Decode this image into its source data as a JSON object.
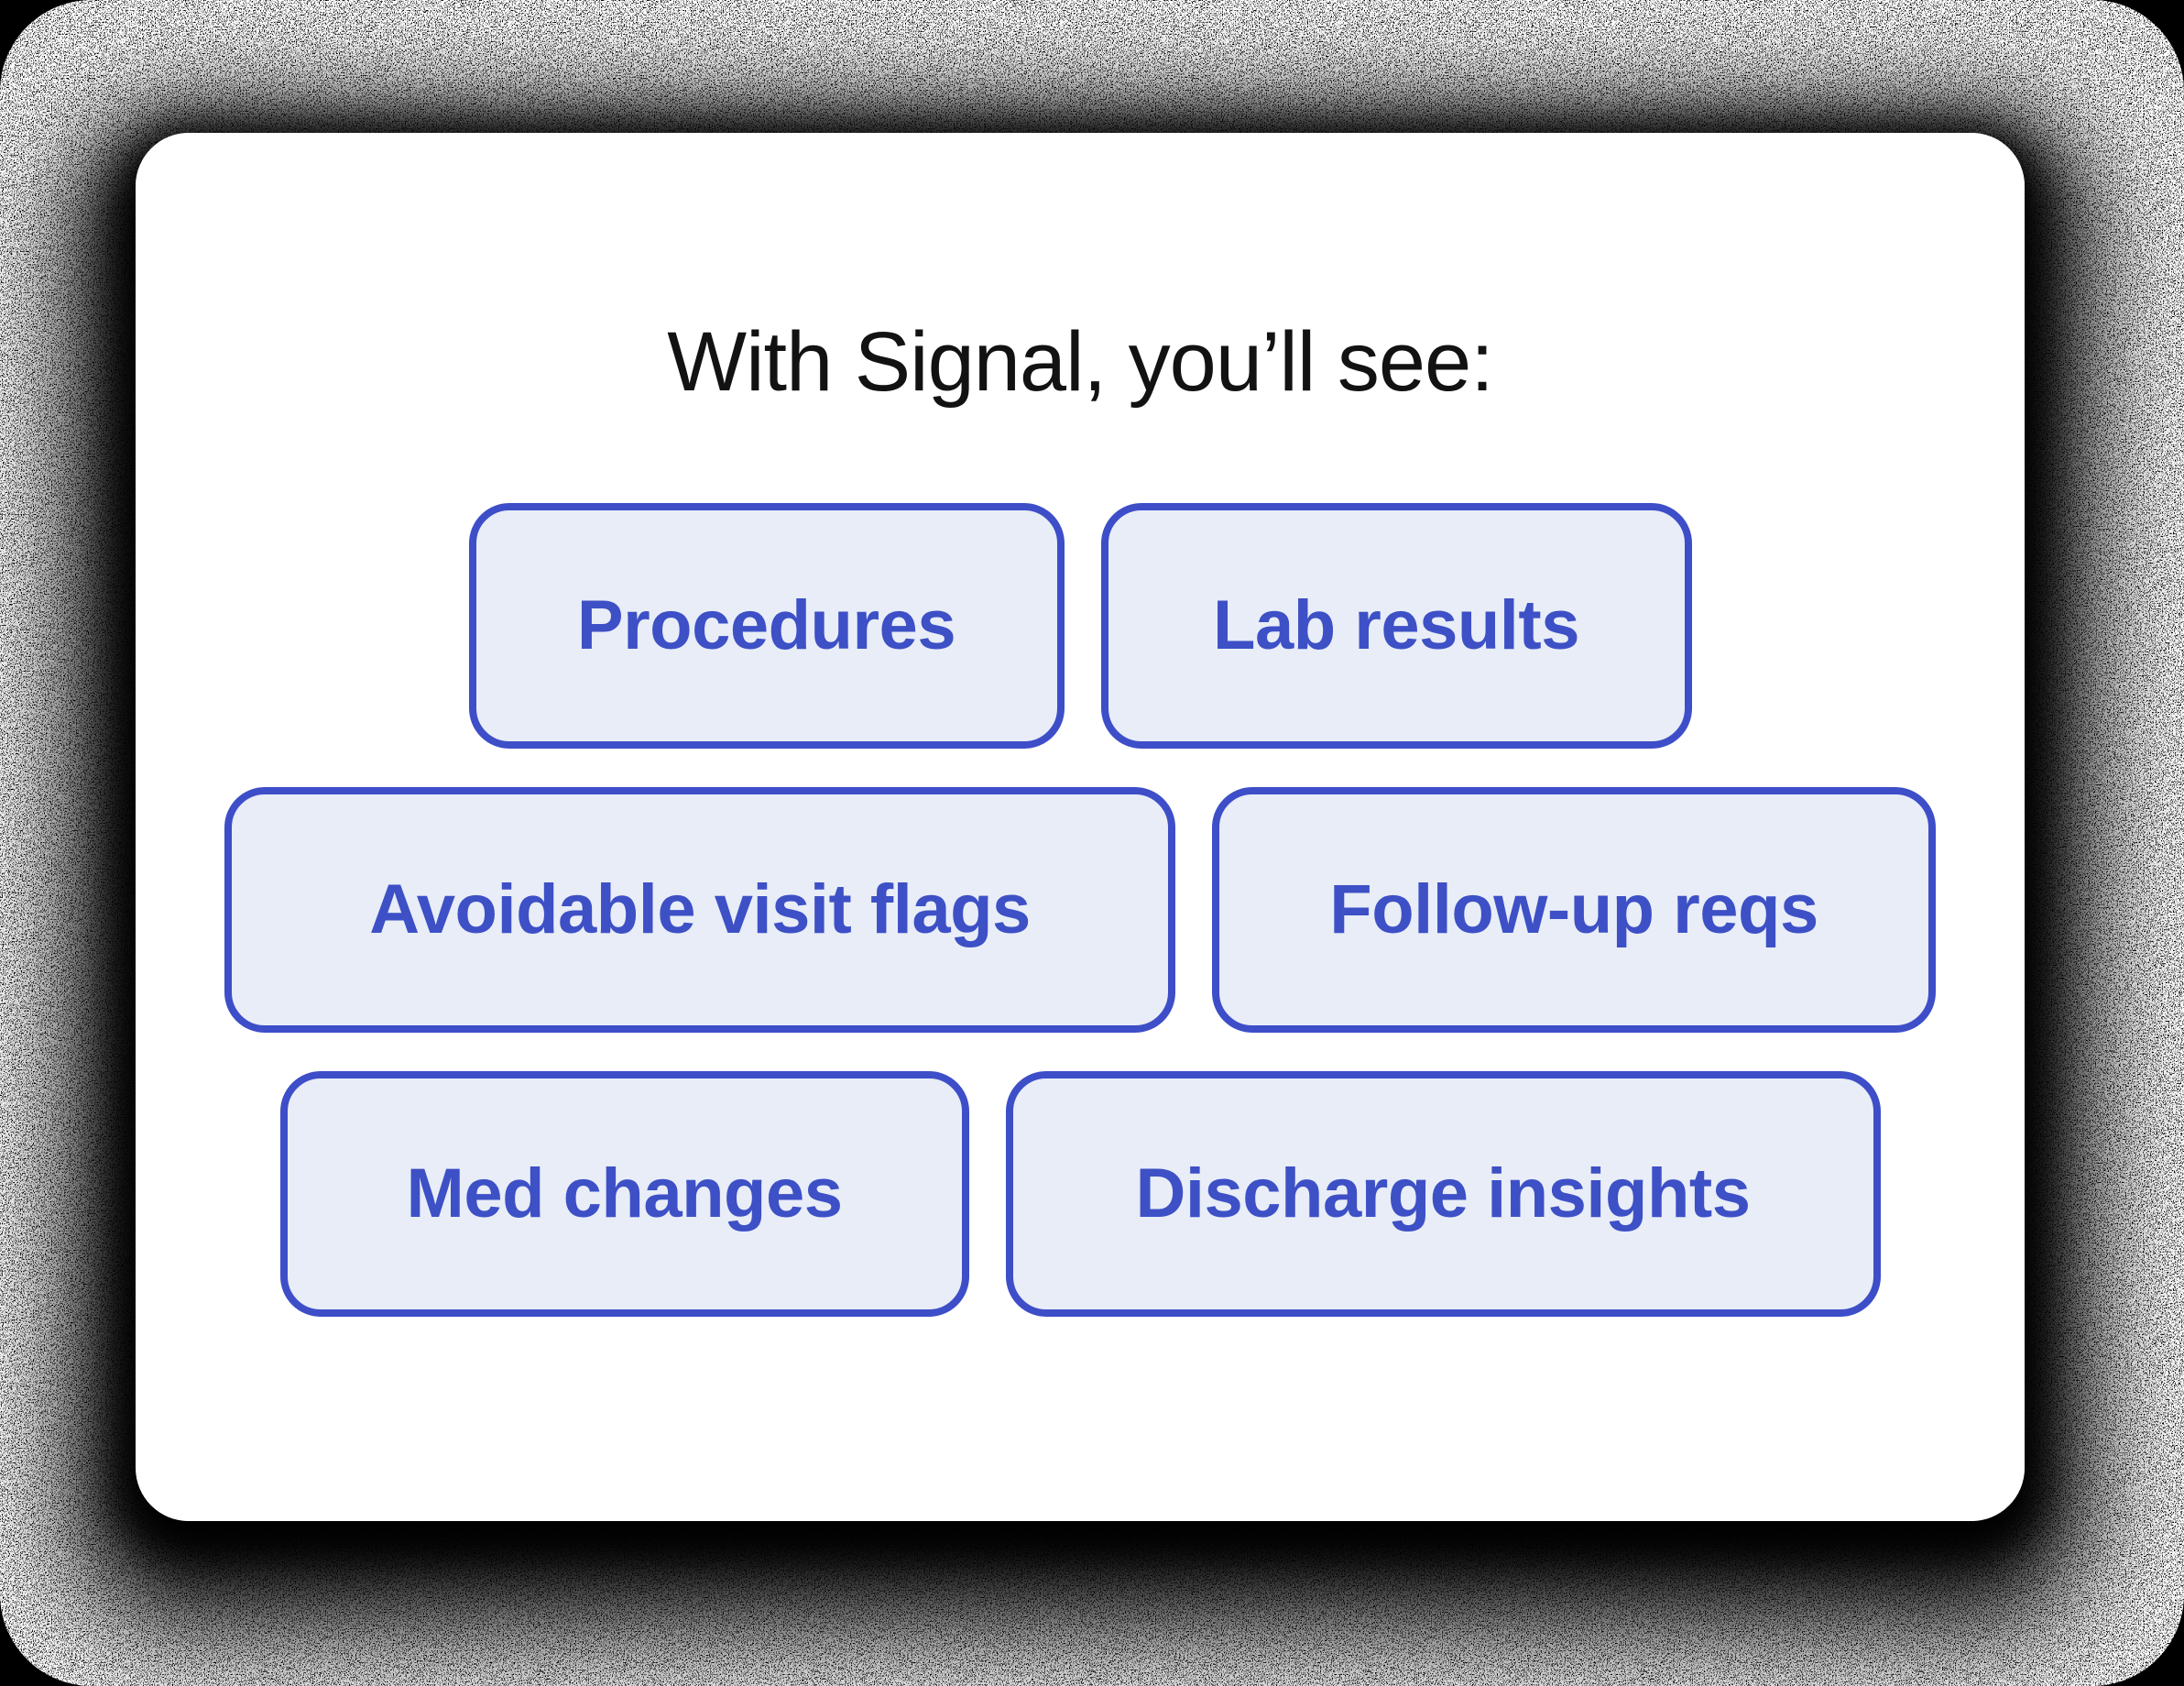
{
  "card": {
    "title": "With Signal, you’ll see:",
    "chips": [
      {
        "label": "Procedures"
      },
      {
        "label": "Lab results"
      },
      {
        "label": "Avoidable visit flags"
      },
      {
        "label": "Follow-up reqs"
      },
      {
        "label": "Med changes"
      },
      {
        "label": "Discharge insights"
      }
    ]
  },
  "colors": {
    "chip_background": "#E8EDF7",
    "chip_border": "#3D4EC8",
    "chip_text": "#3D50C6",
    "title_text": "#121212",
    "card_background": "#FFFFFF",
    "outer_corners": "#000000"
  }
}
